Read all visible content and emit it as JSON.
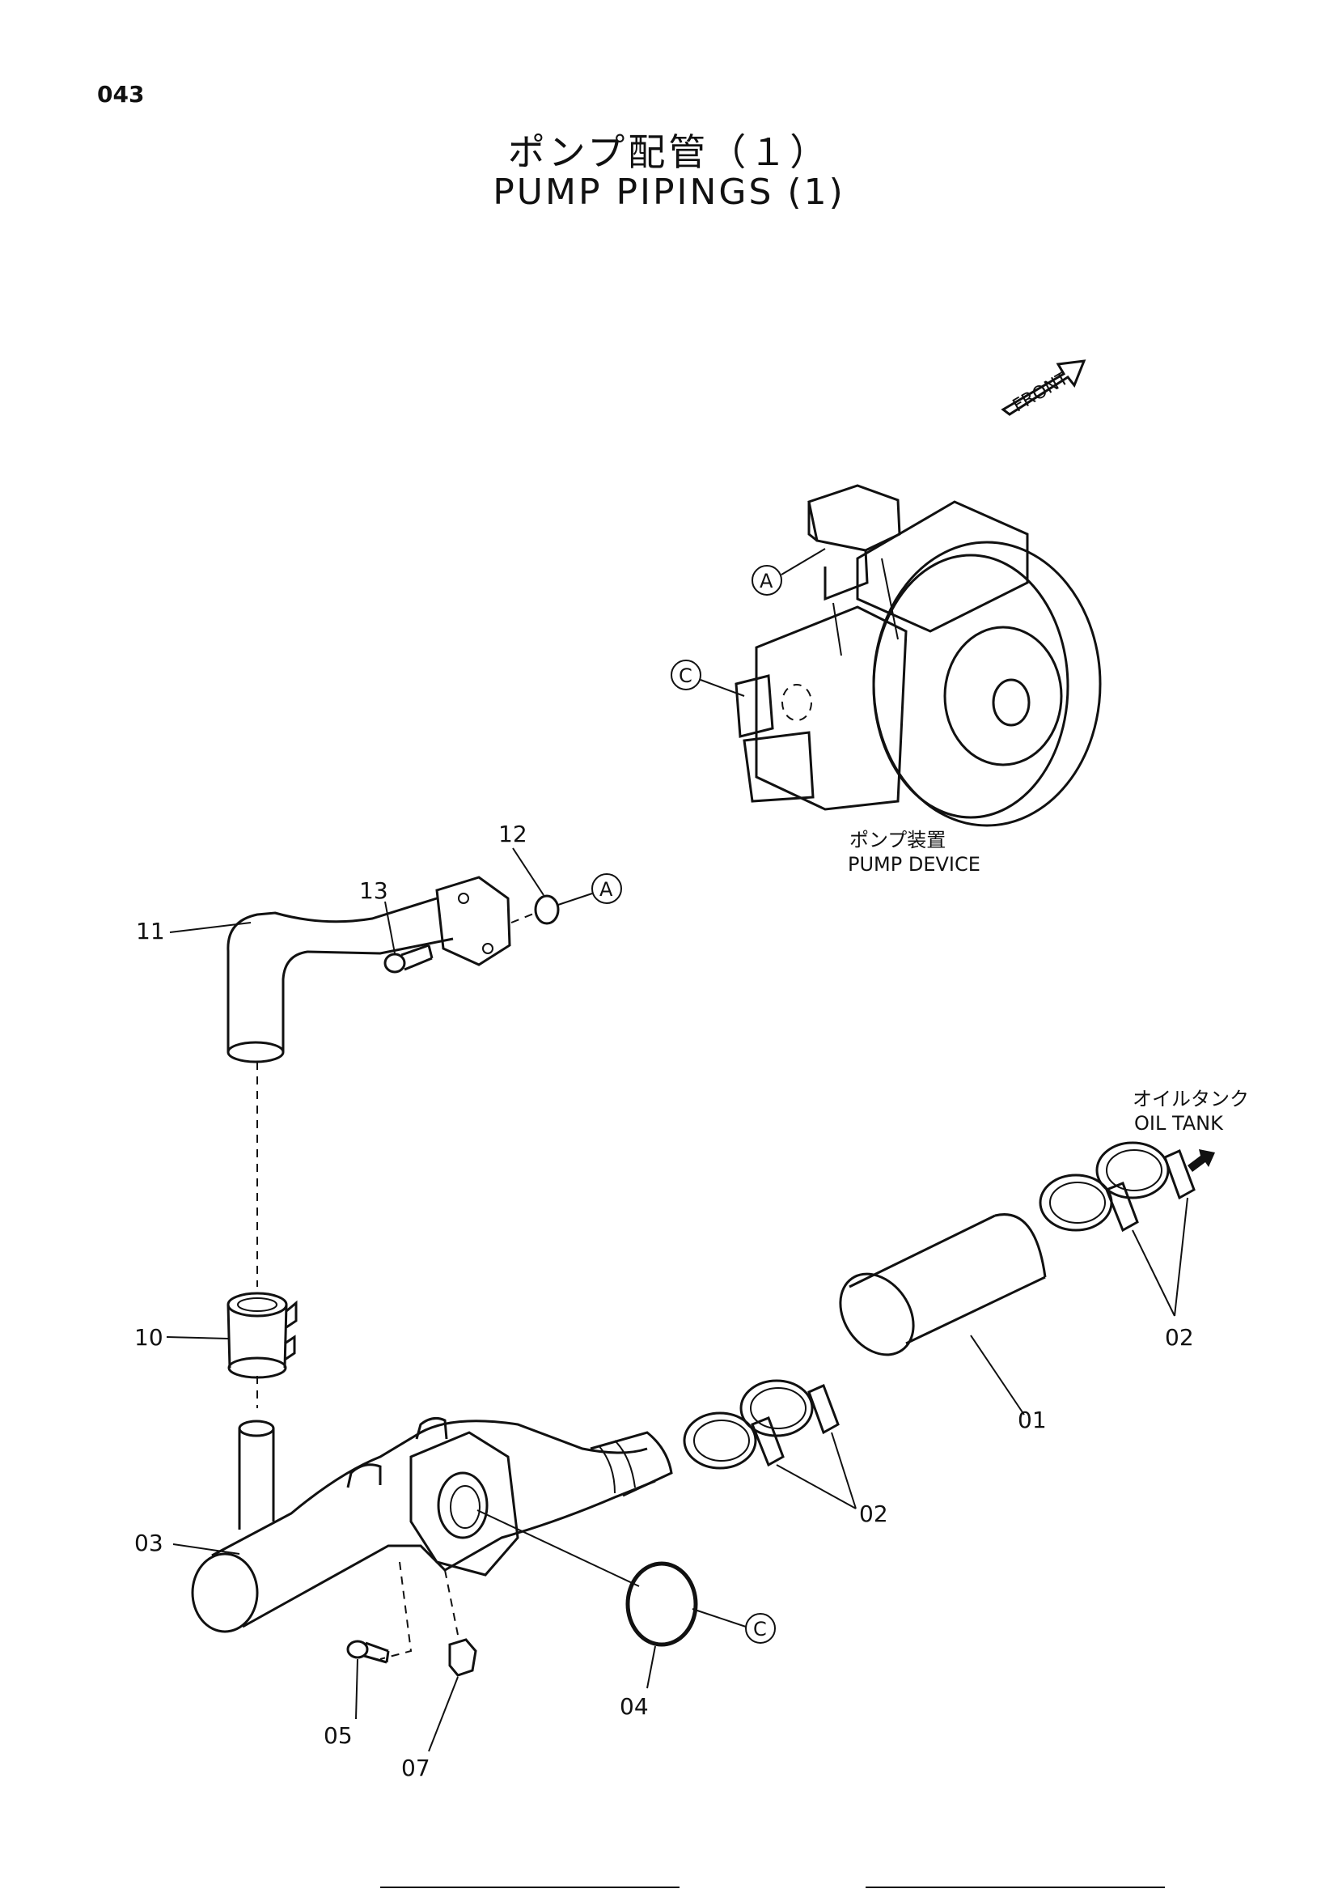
{
  "page_number": "043",
  "title": {
    "japanese": "ポンプ配管（１）",
    "english": "PUMP PIPINGS (1)"
  },
  "front_marker": "FRONT",
  "captions": {
    "pump_device_jp": "ポンプ装置",
    "pump_device_en": "PUMP DEVICE",
    "oil_tank_jp": "オイルタンク",
    "oil_tank_en": "OIL TANK"
  },
  "reference_marks": {
    "a_pump": "A",
    "c_pump": "C",
    "a_pipe": "A",
    "c_oring": "C"
  },
  "part_labels": {
    "p01": "01",
    "p02_clamp_right": "02",
    "p02_clamp_mid": "02",
    "p03": "03",
    "p04": "04",
    "p05": "05",
    "p07": "07",
    "p10": "10",
    "p11": "11",
    "p12": "12",
    "p13": "13"
  }
}
